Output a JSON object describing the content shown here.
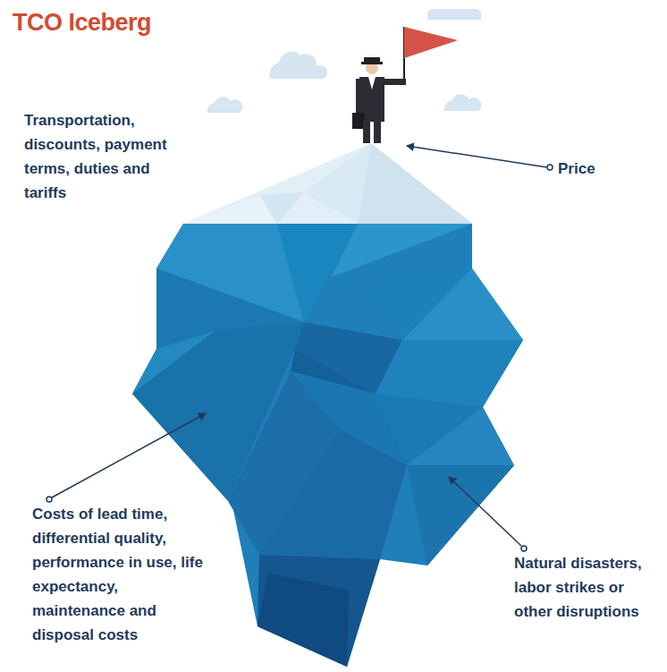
{
  "diagram": {
    "title": "TCO Iceberg",
    "labels": [
      "Transportation, discounts, payment terms, duties and tariffs",
      "Price",
      "Costs of lead time, differential quality, performance in use, life expectancy, maintenance and disposal costs",
      "Natural disasters, labor strikes or other disruptions"
    ]
  }
}
